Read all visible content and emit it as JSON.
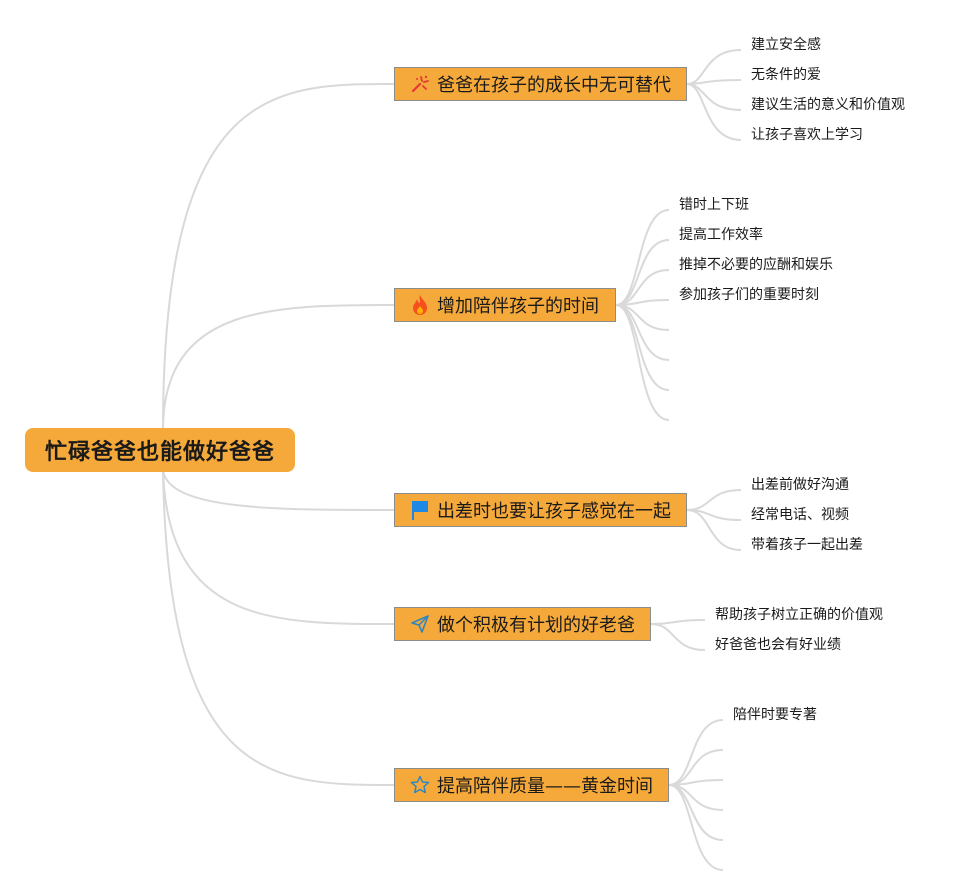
{
  "root": {
    "label": "忙碌爸爸也能做好爸爸"
  },
  "branches": [
    {
      "label": "爸爸在孩子的成长中无可替代",
      "icon": "party-popper-icon",
      "children": [
        "建立安全感",
        "无条件的爱",
        "建议生活的意义和价值观",
        "让孩子喜欢上学习"
      ]
    },
    {
      "label": "增加陪伴孩子的时间",
      "icon": "fire-icon",
      "children": [
        "错时上下班",
        "提高工作效率",
        "推掉不必要的应酬和娱乐",
        "参加孩子们的重要时刻",
        "",
        "",
        "",
        ""
      ]
    },
    {
      "label": "出差时也要让孩子感觉在一起",
      "icon": "blue-flag-icon",
      "children": [
        "出差前做好沟通",
        "经常电话、视频",
        "带着孩子一起出差"
      ]
    },
    {
      "label": "做个积极有计划的好老爸",
      "icon": "paper-plane-icon",
      "children": [
        "帮助孩子树立正确的价值观",
        "好爸爸也会有好业绩"
      ]
    },
    {
      "label": "提高陪伴质量——黄金时间",
      "icon": "star-outline-icon",
      "children": [
        "陪伴时要专著",
        "",
        "",
        "",
        "",
        ""
      ]
    }
  ],
  "colors": {
    "node_fill": "#f5a93a",
    "link": "#d9d9d9",
    "flag": "#1e88e5",
    "fire": "#f4511e",
    "popper": "#e53935",
    "outline_icon": "#2e86c1"
  }
}
